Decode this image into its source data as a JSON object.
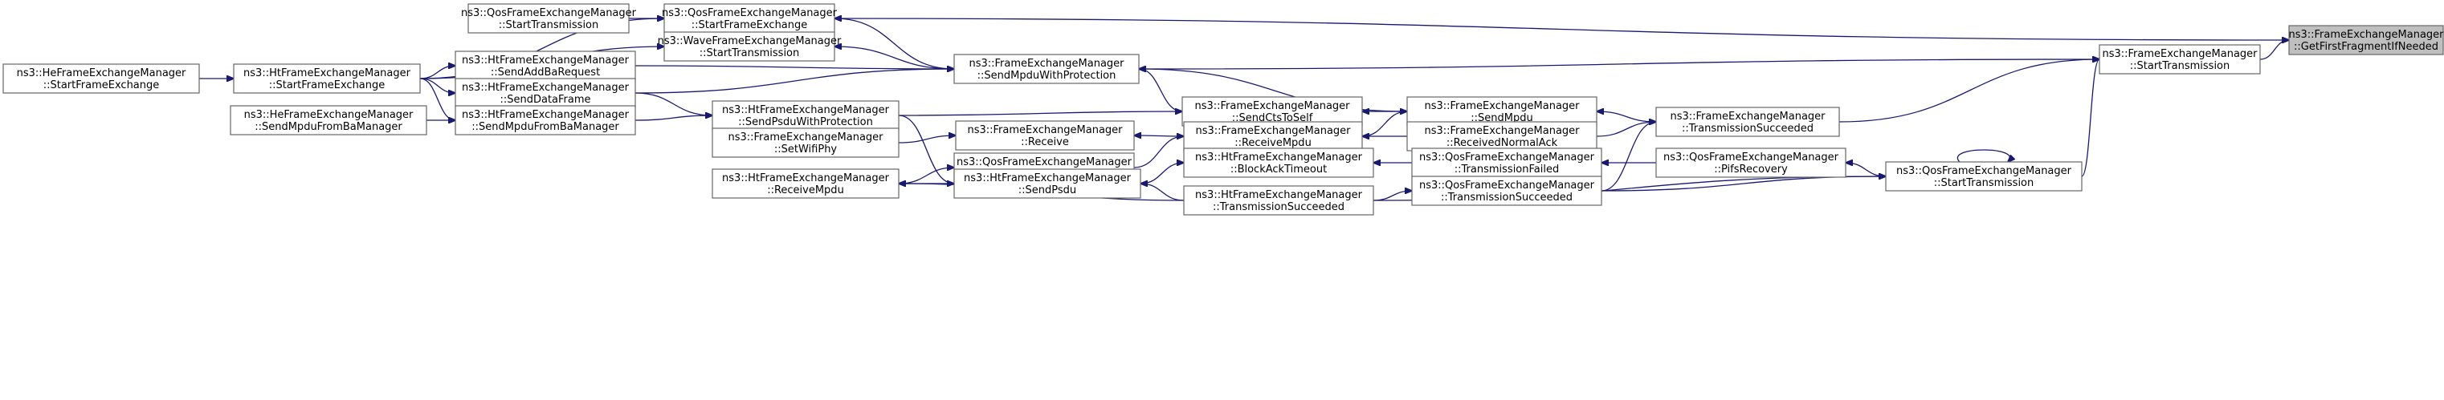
{
  "diagram": {
    "type": "call-graph",
    "colors": {
      "edge": "#191970",
      "node_border": "#666666",
      "root_fill": "#bfbfbf",
      "node_fill": "#ffffff"
    },
    "nodes": [
      {
        "id": "n0",
        "line1": "ns3::FrameExchangeManager",
        "line2": "::GetFirstFragmentIfNeeded",
        "root": true
      },
      {
        "id": "n1",
        "line1": "ns3::FrameExchangeManager",
        "line2": "::StartTransmission"
      },
      {
        "id": "n2",
        "line1": "ns3::QosFrameExchangeManager",
        "line2": "::StartFrameExchange"
      },
      {
        "id": "n3",
        "line1": "ns3::QosFrameExchangeManager",
        "line2": "::StartTransmission"
      },
      {
        "id": "n4",
        "line1": "ns3::HtFrameExchangeManager",
        "line2": "::StartFrameExchange"
      },
      {
        "id": "n5",
        "line1": "ns3::HeFrameExchangeManager",
        "line2": "::StartFrameExchange"
      },
      {
        "id": "n6",
        "line1": "ns3::WaveFrameExchangeManager",
        "line2": "::StartTransmission"
      },
      {
        "id": "n7",
        "line1": "ns3::FrameExchangeManager",
        "line2": "::SendMpduWithProtection"
      },
      {
        "id": "n8",
        "line1": "ns3::HtFrameExchangeManager",
        "line2": "::SendAddBaRequest"
      },
      {
        "id": "n9",
        "line1": "ns3::HtFrameExchangeManager",
        "line2": "::SendDataFrame"
      },
      {
        "id": "n10",
        "line1": "ns3::HtFrameExchangeManager",
        "line2": "::SendMpduFromBaManager"
      },
      {
        "id": "n11",
        "line1": "ns3::HeFrameExchangeManager",
        "line2": "::SendMpduFromBaManager"
      },
      {
        "id": "n12",
        "line1": "ns3::HtFrameExchangeManager",
        "line2": "::SendPsduWithProtection"
      },
      {
        "id": "n13",
        "line1": "ns3::FrameExchangeManager",
        "line2": "::SendCtsToSelf"
      },
      {
        "id": "n14",
        "line1": "ns3::FrameExchangeManager",
        "line2": "::SendMpdu"
      },
      {
        "id": "n15",
        "line1": "ns3::FrameExchangeManager",
        "line2": "::TransmissionSucceeded"
      },
      {
        "id": "n16",
        "line1": "ns3::FrameExchangeManager",
        "line2": "::Receive"
      },
      {
        "id": "n17",
        "line1": "ns3::FrameExchangeManager",
        "line2": "::SetWifiPhy"
      },
      {
        "id": "n18",
        "line1": "ns3::FrameExchangeManager",
        "line2": "::ReceiveMpdu"
      },
      {
        "id": "n19",
        "line1": "ns3::FrameExchangeManager",
        "line2": "::ReceivedNormalAck"
      },
      {
        "id": "n20",
        "line1": "ns3::QosFrameExchangeManager",
        "line2": "::ReceiveMpdu"
      },
      {
        "id": "n21",
        "line1": "ns3::HtFrameExchangeManager",
        "line2": "::BlockAckTimeout"
      },
      {
        "id": "n22",
        "line1": "ns3::QosFrameExchangeManager",
        "line2": "::TransmissionFailed"
      },
      {
        "id": "n23",
        "line1": "ns3::QosFrameExchangeManager",
        "line2": "::PifsRecovery"
      },
      {
        "id": "n24",
        "line1": "ns3::HtFrameExchangeManager",
        "line2": "::ReceiveMpdu"
      },
      {
        "id": "n25",
        "line1": "ns3::HtFrameExchangeManager",
        "line2": "::SendPsdu"
      },
      {
        "id": "n26",
        "line1": "ns3::QosFrameExchangeManager",
        "line2": "::StartTransmission"
      },
      {
        "id": "n27",
        "line1": "ns3::QosFrameExchangeManager",
        "line2": "::TransmissionSucceeded"
      },
      {
        "id": "n28",
        "line1": "ns3::HtFrameExchangeManager",
        "line2": "::TransmissionSucceeded"
      }
    ],
    "edges": [
      [
        "n1",
        "n0"
      ],
      [
        "n2",
        "n0"
      ],
      [
        "n7",
        "n1"
      ],
      [
        "n15",
        "n1"
      ],
      [
        "n26",
        "n1"
      ],
      [
        "n4",
        "n2"
      ],
      [
        "n3",
        "n2"
      ],
      [
        "n7",
        "n2"
      ],
      [
        "n5",
        "n4"
      ],
      [
        "n4",
        "n6"
      ],
      [
        "n7",
        "n6"
      ],
      [
        "n8",
        "n7"
      ],
      [
        "n9",
        "n7"
      ],
      [
        "n13",
        "n7"
      ],
      [
        "n14",
        "n7"
      ],
      [
        "n4",
        "n8"
      ],
      [
        "n4",
        "n9"
      ],
      [
        "n10",
        "n9"
      ],
      [
        "n4",
        "n10"
      ],
      [
        "n11",
        "n10"
      ],
      [
        "n10",
        "n12"
      ],
      [
        "n9",
        "n12"
      ],
      [
        "n12",
        "n13"
      ],
      [
        "n14",
        "n13"
      ],
      [
        "n15",
        "n14"
      ],
      [
        "n18",
        "n14"
      ],
      [
        "n19",
        "n15"
      ],
      [
        "n27",
        "n15"
      ],
      [
        "n17",
        "n16"
      ],
      [
        "n18",
        "n16"
      ],
      [
        "n19",
        "n18"
      ],
      [
        "n20",
        "n18"
      ],
      [
        "n24",
        "n20"
      ],
      [
        "n25",
        "n21"
      ],
      [
        "n22",
        "n21"
      ],
      [
        "n23",
        "n22"
      ],
      [
        "n26",
        "n23"
      ],
      [
        "n25",
        "n24"
      ],
      [
        "n28",
        "n24"
      ],
      [
        "n12",
        "n25"
      ],
      [
        "n28",
        "n25"
      ],
      [
        "n26",
        "n26"
      ],
      [
        "n27",
        "n26"
      ],
      [
        "n28",
        "n26"
      ],
      [
        "n28",
        "n27"
      ]
    ]
  }
}
